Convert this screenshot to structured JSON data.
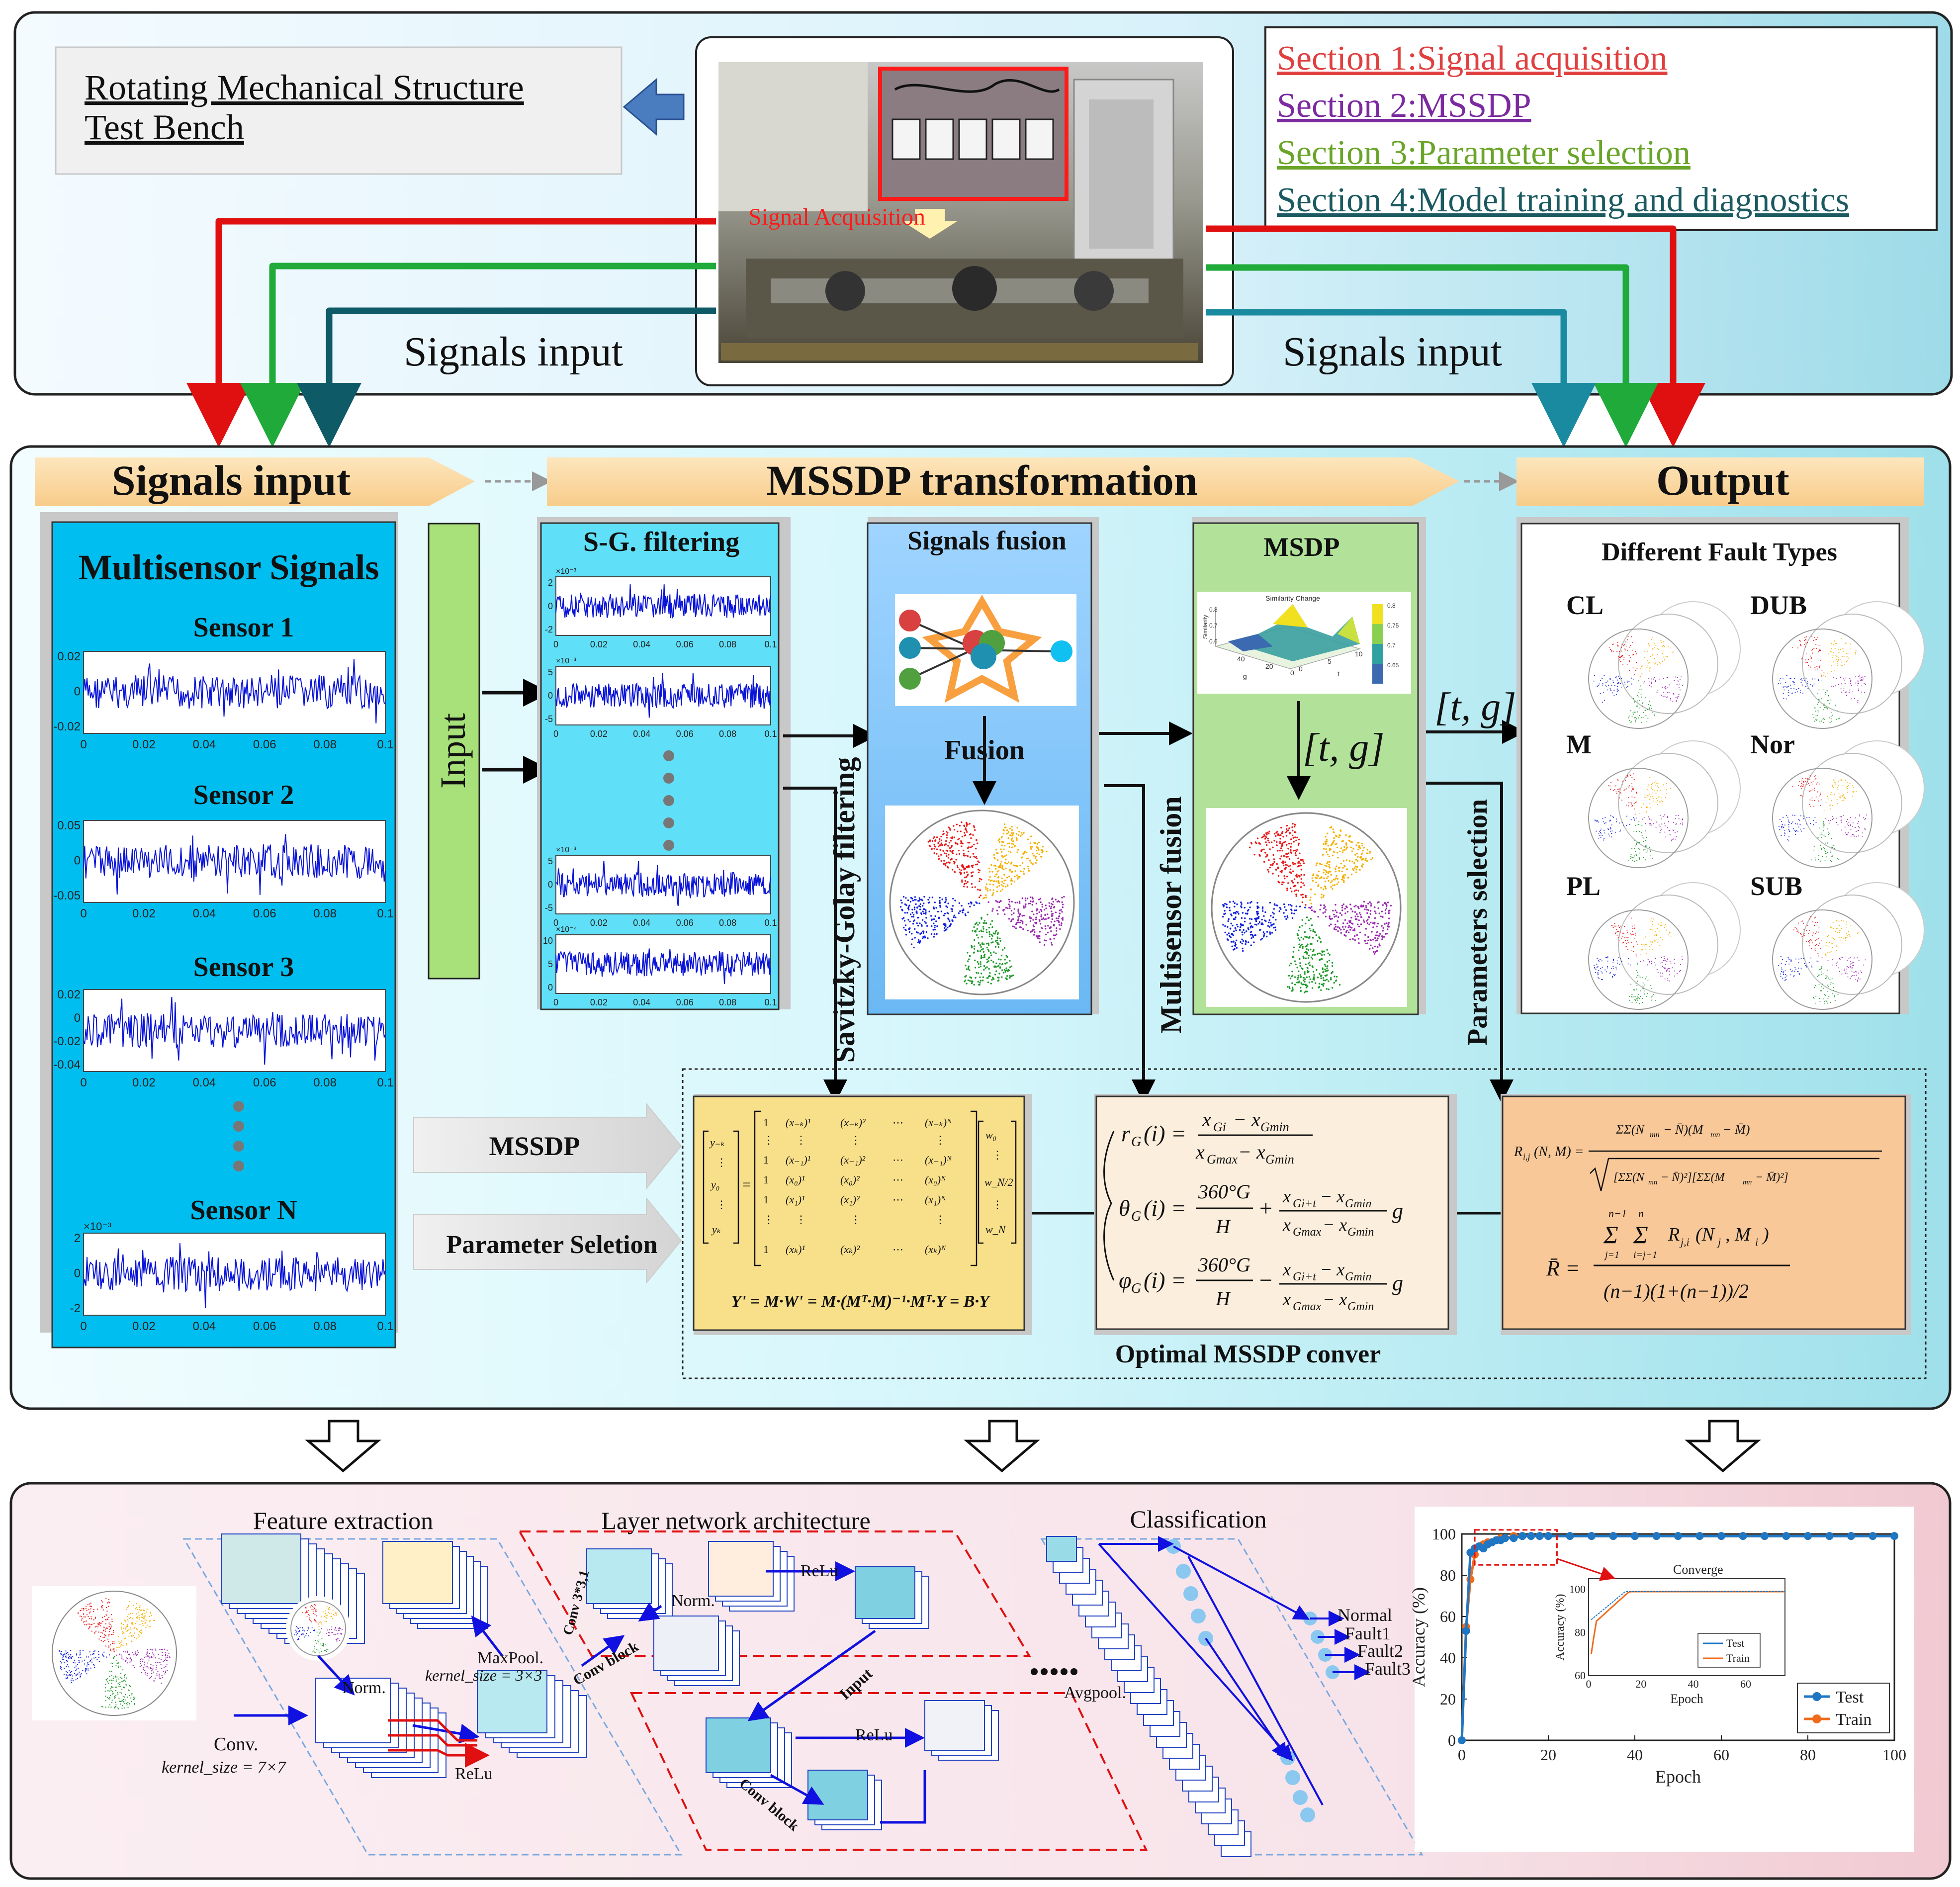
{
  "colors": {
    "red": "#e01010",
    "green": "#1faa3a",
    "teal": "#0e5a66",
    "tealLight": "#1a8aa0",
    "cyanPanel": "#00bff0",
    "lightGreen": "#a8e07a",
    "orangeBar": "#fbd9a0",
    "signalBlue": "#0a14d8"
  },
  "top": {
    "bench_label_line1": "Rotating Mechanical Structure",
    "bench_label_line2": "Test Bench",
    "photo_caption": "Signal Acquisition",
    "signals_input_left": "Signals input",
    "signals_input_right": "Signals input",
    "legend": [
      {
        "text": "Section 1:Signal acquisition",
        "color": "#e04040"
      },
      {
        "text": "Section 2:MSSDP",
        "color": "#7b2aa0"
      },
      {
        "text": "Section 3:Parameter selection",
        "color": "#6aa52a"
      },
      {
        "text": "Section 4:Model training and diagnostics",
        "color": "#1a5a60"
      }
    ]
  },
  "middle": {
    "bar_signals_input": "Signals input",
    "bar_mssdp": "MSSDP transformation",
    "bar_output": "Output",
    "multisensor_title": "Multisensor Signals",
    "sensors": [
      {
        "name": "Sensor 1",
        "yticks": [
          "0.02",
          "0",
          "-0.02"
        ],
        "scale": ""
      },
      {
        "name": "Sensor 2",
        "yticks": [
          "0.05",
          "0",
          "-0.05"
        ],
        "scale": ""
      },
      {
        "name": "Sensor 3",
        "yticks": [
          "0.02",
          "0",
          "-0.02",
          "-0.04"
        ],
        "scale": ""
      },
      {
        "name": "Sensor N",
        "yticks": [
          "2",
          "0",
          "-2"
        ],
        "scale": "×10⁻³"
      }
    ],
    "xticks": [
      "0",
      "0.02",
      "0.04",
      "0.06",
      "0.08",
      "0.1"
    ],
    "input_label": "Input",
    "sg_title": "S-G. filtering",
    "sg_plots": [
      {
        "yticks": [
          "2",
          "0",
          "-2"
        ],
        "scale": "×10⁻³"
      },
      {
        "yticks": [
          "5",
          "0",
          "-5"
        ],
        "scale": "×10⁻³"
      },
      {
        "yticks": [
          "5",
          "0",
          "-5"
        ],
        "scale": "×10⁻³"
      },
      {
        "yticks": [
          "10",
          "5",
          "0"
        ],
        "scale": "×10⁻⁴"
      }
    ],
    "savitzky_label": "Savitzky-Golay filtering",
    "fusion_title": "Signals fusion",
    "fusion_label": "Fusion",
    "multisensor_fusion_label": "Multisensor fusion",
    "mssdp_title": "MSDP",
    "similarity_title": "Similarity Change",
    "similarity_ylabel": "Similarity",
    "similarity_yticks": [
      "0.8",
      "0.7",
      "0.6"
    ],
    "similarity_xticks": [
      "40",
      "20",
      "0"
    ],
    "similarity_gticks": [
      "0",
      "5",
      "10"
    ],
    "similarity_xlabel_g": "g",
    "similarity_xlabel_t": "t",
    "colorbar_ticks": [
      "0.8",
      "0.75",
      "0.7",
      "0.65"
    ],
    "tg_label_mid": "[t, g]",
    "tg_label_right": "[t, g]",
    "parameters_selection_label": "Parameters selection",
    "output_title": "Different Fault Types",
    "fault_types": [
      "CL",
      "DUB",
      "M",
      "Nor",
      "PL",
      "SUB"
    ],
    "mssdp_arrow_label": "MSSDP",
    "param_arrow_label": "Parameter Seletion",
    "optimal_label": "Optimal MSSDP conver",
    "formula_sg_bottom": "Y' = M·W' = M·(Mᵀ·M)⁻¹·Mᵀ·Y = B·Y",
    "formula_r": "r_G(i) = (x_Gi − x_Gmin) / (x_Gmax − x_Gmin)",
    "formula_theta": "θ_G(i) = 360°G / H + (x_Gi+t − x_Gmin) / (x_Gmax − x_Gmin) g",
    "formula_phi": "φ_G(i) = 360°G / H − (x_Gi+t − x_Gmin) / (x_Gmax − x_Gmin) g",
    "formula_R": "R_i,j(N,M) = ΣΣ(N_mn − N̄)(M_mn − M̄) / √[ΣΣ(N_mn − N̄)²][ΣΣ(M_mn − M̄)²]",
    "formula_Rbar": "R̄ = ΣΣ R_j,i(N_j, M_i) / ((n−1)(1+(n−1))/2)"
  },
  "bottom": {
    "feature_extraction": "Feature extraction",
    "layer_network": "Layer network architecture",
    "classification": "Classification",
    "norm1": "Norm.",
    "norm2": "Norm.",
    "maxpool": "MaxPool.",
    "maxpool_kernel": "kernel_size = 3×3",
    "conv": "Conv.",
    "conv_kernel": "kernel_size = 7×7",
    "relu1": "ReLu",
    "relu2": "ReLu",
    "relu3": "ReLu",
    "conv3": "Conv 3*3,1",
    "conv_block1": "Conv block",
    "conv_block2": "Conv block",
    "input_label": "Input",
    "avgpool": "Avgpool.",
    "outputs": [
      "Normal",
      "Fault1",
      "Fault2",
      "Fault3"
    ]
  },
  "chart_data": {
    "type": "line",
    "xlabel": "Epoch",
    "ylabel": "Accuracy (%)",
    "xlim": [
      0,
      100
    ],
    "ylim": [
      0,
      100
    ],
    "xticks": [
      "0",
      "20",
      "40",
      "60",
      "80",
      "100"
    ],
    "yticks": [
      "0",
      "20",
      "40",
      "60",
      "80",
      "100"
    ],
    "legend": "bottom-right",
    "series": [
      {
        "name": "Test",
        "color": "#1f77c4",
        "x": [
          0,
          1,
          2,
          3,
          4,
          5,
          6,
          7,
          8,
          9,
          10,
          12,
          14,
          16,
          18,
          20,
          25,
          30,
          35,
          40,
          45,
          50,
          55,
          60,
          65,
          70,
          75,
          80,
          85,
          90,
          95,
          100
        ],
        "y": [
          0,
          53,
          91,
          93,
          94,
          93,
          95,
          96,
          97,
          97,
          98,
          98,
          99,
          99,
          99,
          99,
          99,
          99,
          99,
          99,
          99,
          99,
          99,
          99,
          99,
          99,
          99,
          99,
          99,
          99,
          99,
          99
        ]
      },
      {
        "name": "Train",
        "color": "#f26a1b",
        "x": [
          0,
          1,
          2,
          3,
          4,
          5,
          6,
          7,
          8,
          9,
          10,
          12,
          14,
          16,
          18,
          20,
          25,
          30,
          35,
          40,
          45,
          50,
          55,
          60,
          65,
          70,
          75,
          80,
          85,
          90,
          95,
          100
        ],
        "y": [
          0,
          55,
          78,
          90,
          94,
          95,
          96,
          96,
          97,
          98,
          98,
          99,
          99,
          99,
          99,
          99,
          99,
          99,
          99,
          99,
          99,
          99,
          99,
          99,
          99,
          99,
          99,
          99,
          99,
          99,
          99,
          99
        ]
      }
    ],
    "inset": {
      "title": "Converge",
      "xlabel": "Epoch",
      "ylabel": "Accuracy (%)",
      "xticks": [
        "0",
        "20",
        "40",
        "60"
      ],
      "yticks": [
        "60",
        "80",
        "100"
      ],
      "legend": [
        "Test",
        "Train"
      ]
    }
  }
}
